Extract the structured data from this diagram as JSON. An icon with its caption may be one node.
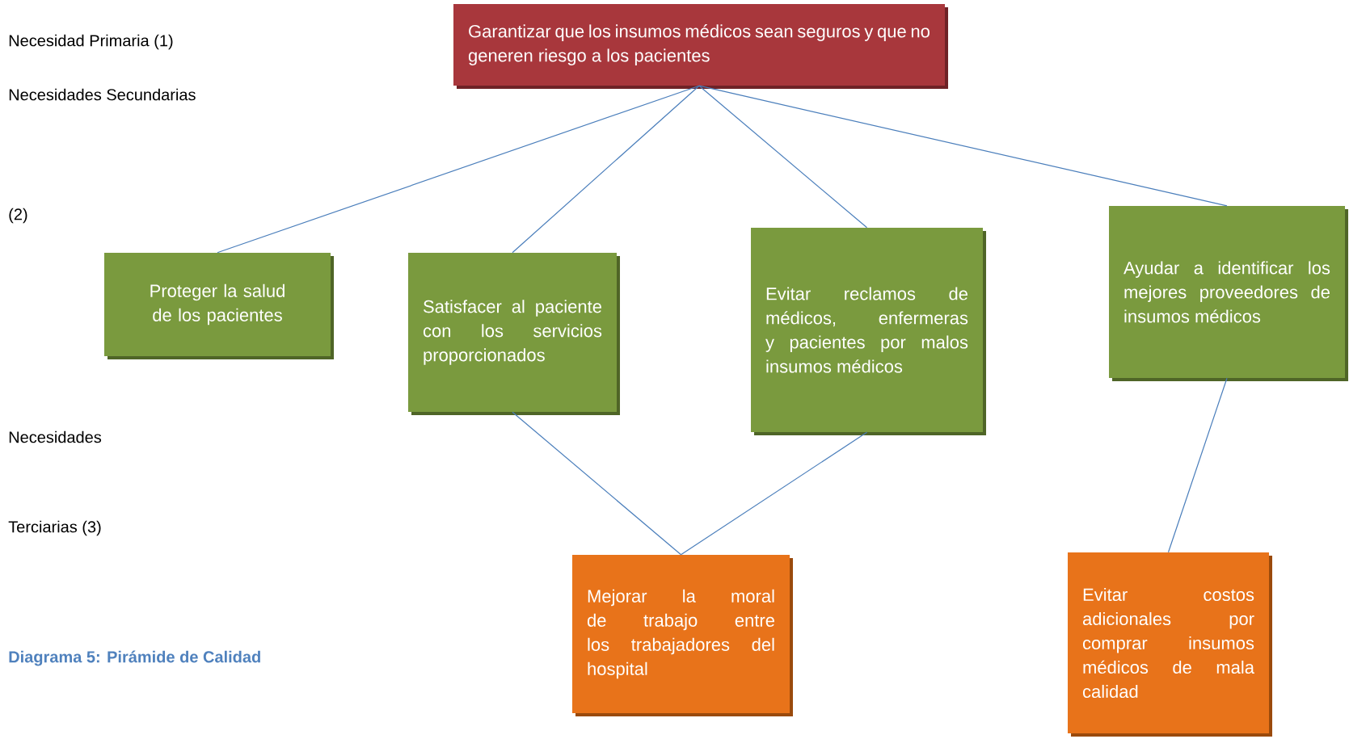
{
  "diagram": {
    "caption": "Diagrama 5: Pirámide de Calidad",
    "nodes": [
      {
        "text": [
          "Garantizar que los insumos médicos sean seguros y que no generen riesgo a los pacientes"
        ]
      },
      {
        "text": [
          "Proteger la salud de los pacientes"
        ]
      },
      {
        "text": [
          "Satisfacer al paciente con los servicios proporcionados"
        ]
      },
      {
        "text": [
          "Evitar reclamos de médicos, enfermeras y pacientes por malos insumos médicos"
        ]
      },
      {
        "text": [
          "Ayudar a identificar los mejores proveedores de insumos médicos"
        ]
      },
      {
        "text": [
          "Mejorar la moral de trabajo entre los trabajadores del hospital"
        ]
      },
      {
        "text": [
          "Evitar costos adicionales por comprar insumos médicos de mala calidad"
        ]
      }
    ],
    "edges": [
      {
        "from": 0,
        "to": 1,
        "arrow": "none"
      },
      {
        "from": 0,
        "to": 2,
        "arrow": "none"
      },
      {
        "from": 0,
        "to": 3,
        "arrow": "none"
      },
      {
        "from": 0,
        "to": 4,
        "arrow": "none"
      },
      {
        "from": 2,
        "to": 5,
        "arrow": "none"
      },
      {
        "from": 3,
        "to": 5,
        "arrow": "none"
      },
      {
        "from": 4,
        "to": 6,
        "arrow": "none"
      }
    ],
    "labels": [
      "Necesidad Primaria (1)",
      "Necesidades Secundarias",
      "(2)",
      "Necesidades",
      "Terciarias (3)"
    ]
  }
}
